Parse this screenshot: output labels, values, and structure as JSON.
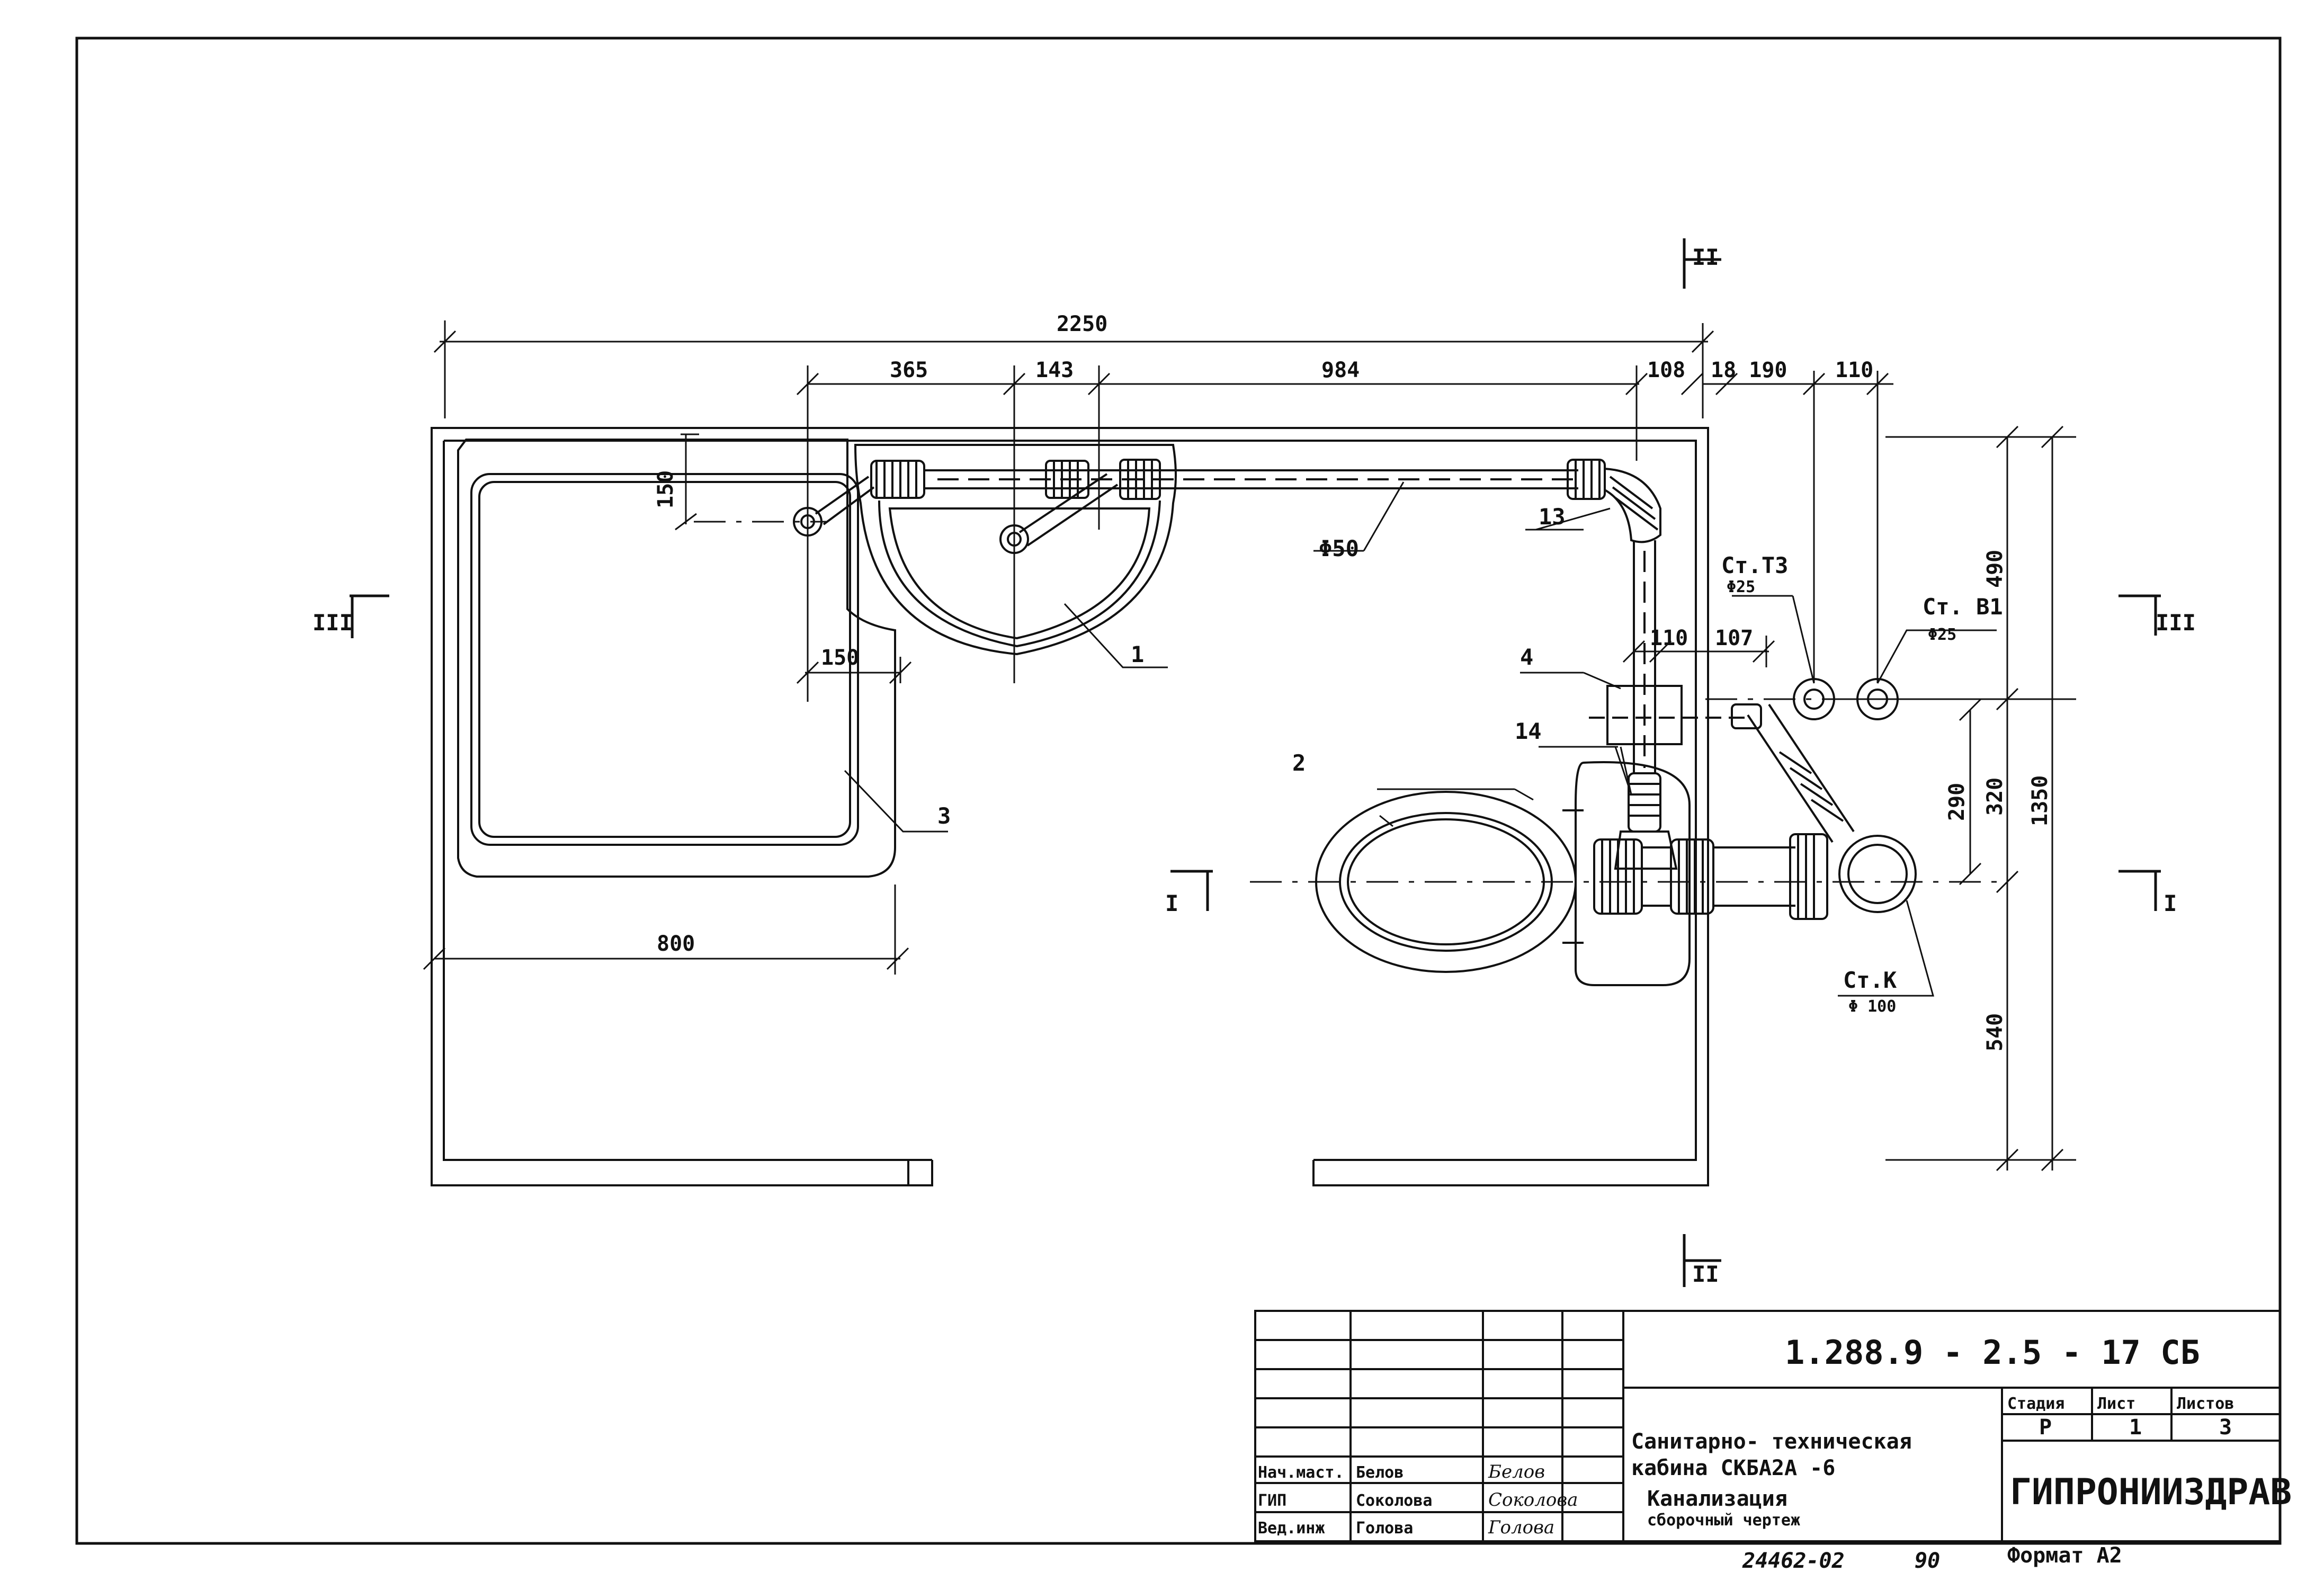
{
  "dimensions": {
    "overall_width": "2250",
    "d365": "365",
    "d143": "143",
    "d984": "984",
    "d108": "108",
    "d18_190": "18 190",
    "d110_top": "110",
    "d150_v": "150",
    "d150_h": "150",
    "d800": "800",
    "d110_mid": "110",
    "d107": "107",
    "d490": "490",
    "d320": "320",
    "d290": "290",
    "d1350": "1350",
    "d540": "540"
  },
  "labels": {
    "pipe_d50": "Φ50",
    "n1": "1",
    "n2": "2",
    "n3": "3",
    "n4": "4",
    "n13": "13",
    "n14": "14",
    "riser_t3": "Ст.Т3",
    "riser_t3_d": "Φ25",
    "riser_b1": "Ст. В1",
    "riser_b1_d": "Φ25",
    "riser_k": "Ст.К",
    "riser_k_d": "Φ 100"
  },
  "section_marks": {
    "sec2_top": "II",
    "sec2_bottom": "II",
    "sec3_left": "III",
    "sec3_right": "III",
    "sec1_left": "I",
    "sec1_right": "I"
  },
  "title_block": {
    "doc_code": "1.288.9 - 2.5 - 17 СБ",
    "title_line1": "Санитарно- техническая",
    "title_line2": "кабина СКБА2А -6",
    "title_line3": "Канализация",
    "title_line4": "сборочный чертеж",
    "col_stage": "Стадия",
    "col_sheet": "Лист",
    "col_sheets": "Листов",
    "val_stage": "Р",
    "val_sheet": "1",
    "val_sheets": "3",
    "organization": "ГИПРОНИИЗДРАВ",
    "roles": [
      {
        "role": "Нач.маст.",
        "name": "Белов",
        "signature": "Белов"
      },
      {
        "role": "ГИП",
        "name": "Соколова",
        "signature": "Соколова"
      },
      {
        "role": "Вед.инж",
        "name": "Голова",
        "signature": "Голова"
      }
    ]
  },
  "footer": {
    "inventory": "24462-02",
    "page": "90",
    "format": "Формат А2"
  }
}
